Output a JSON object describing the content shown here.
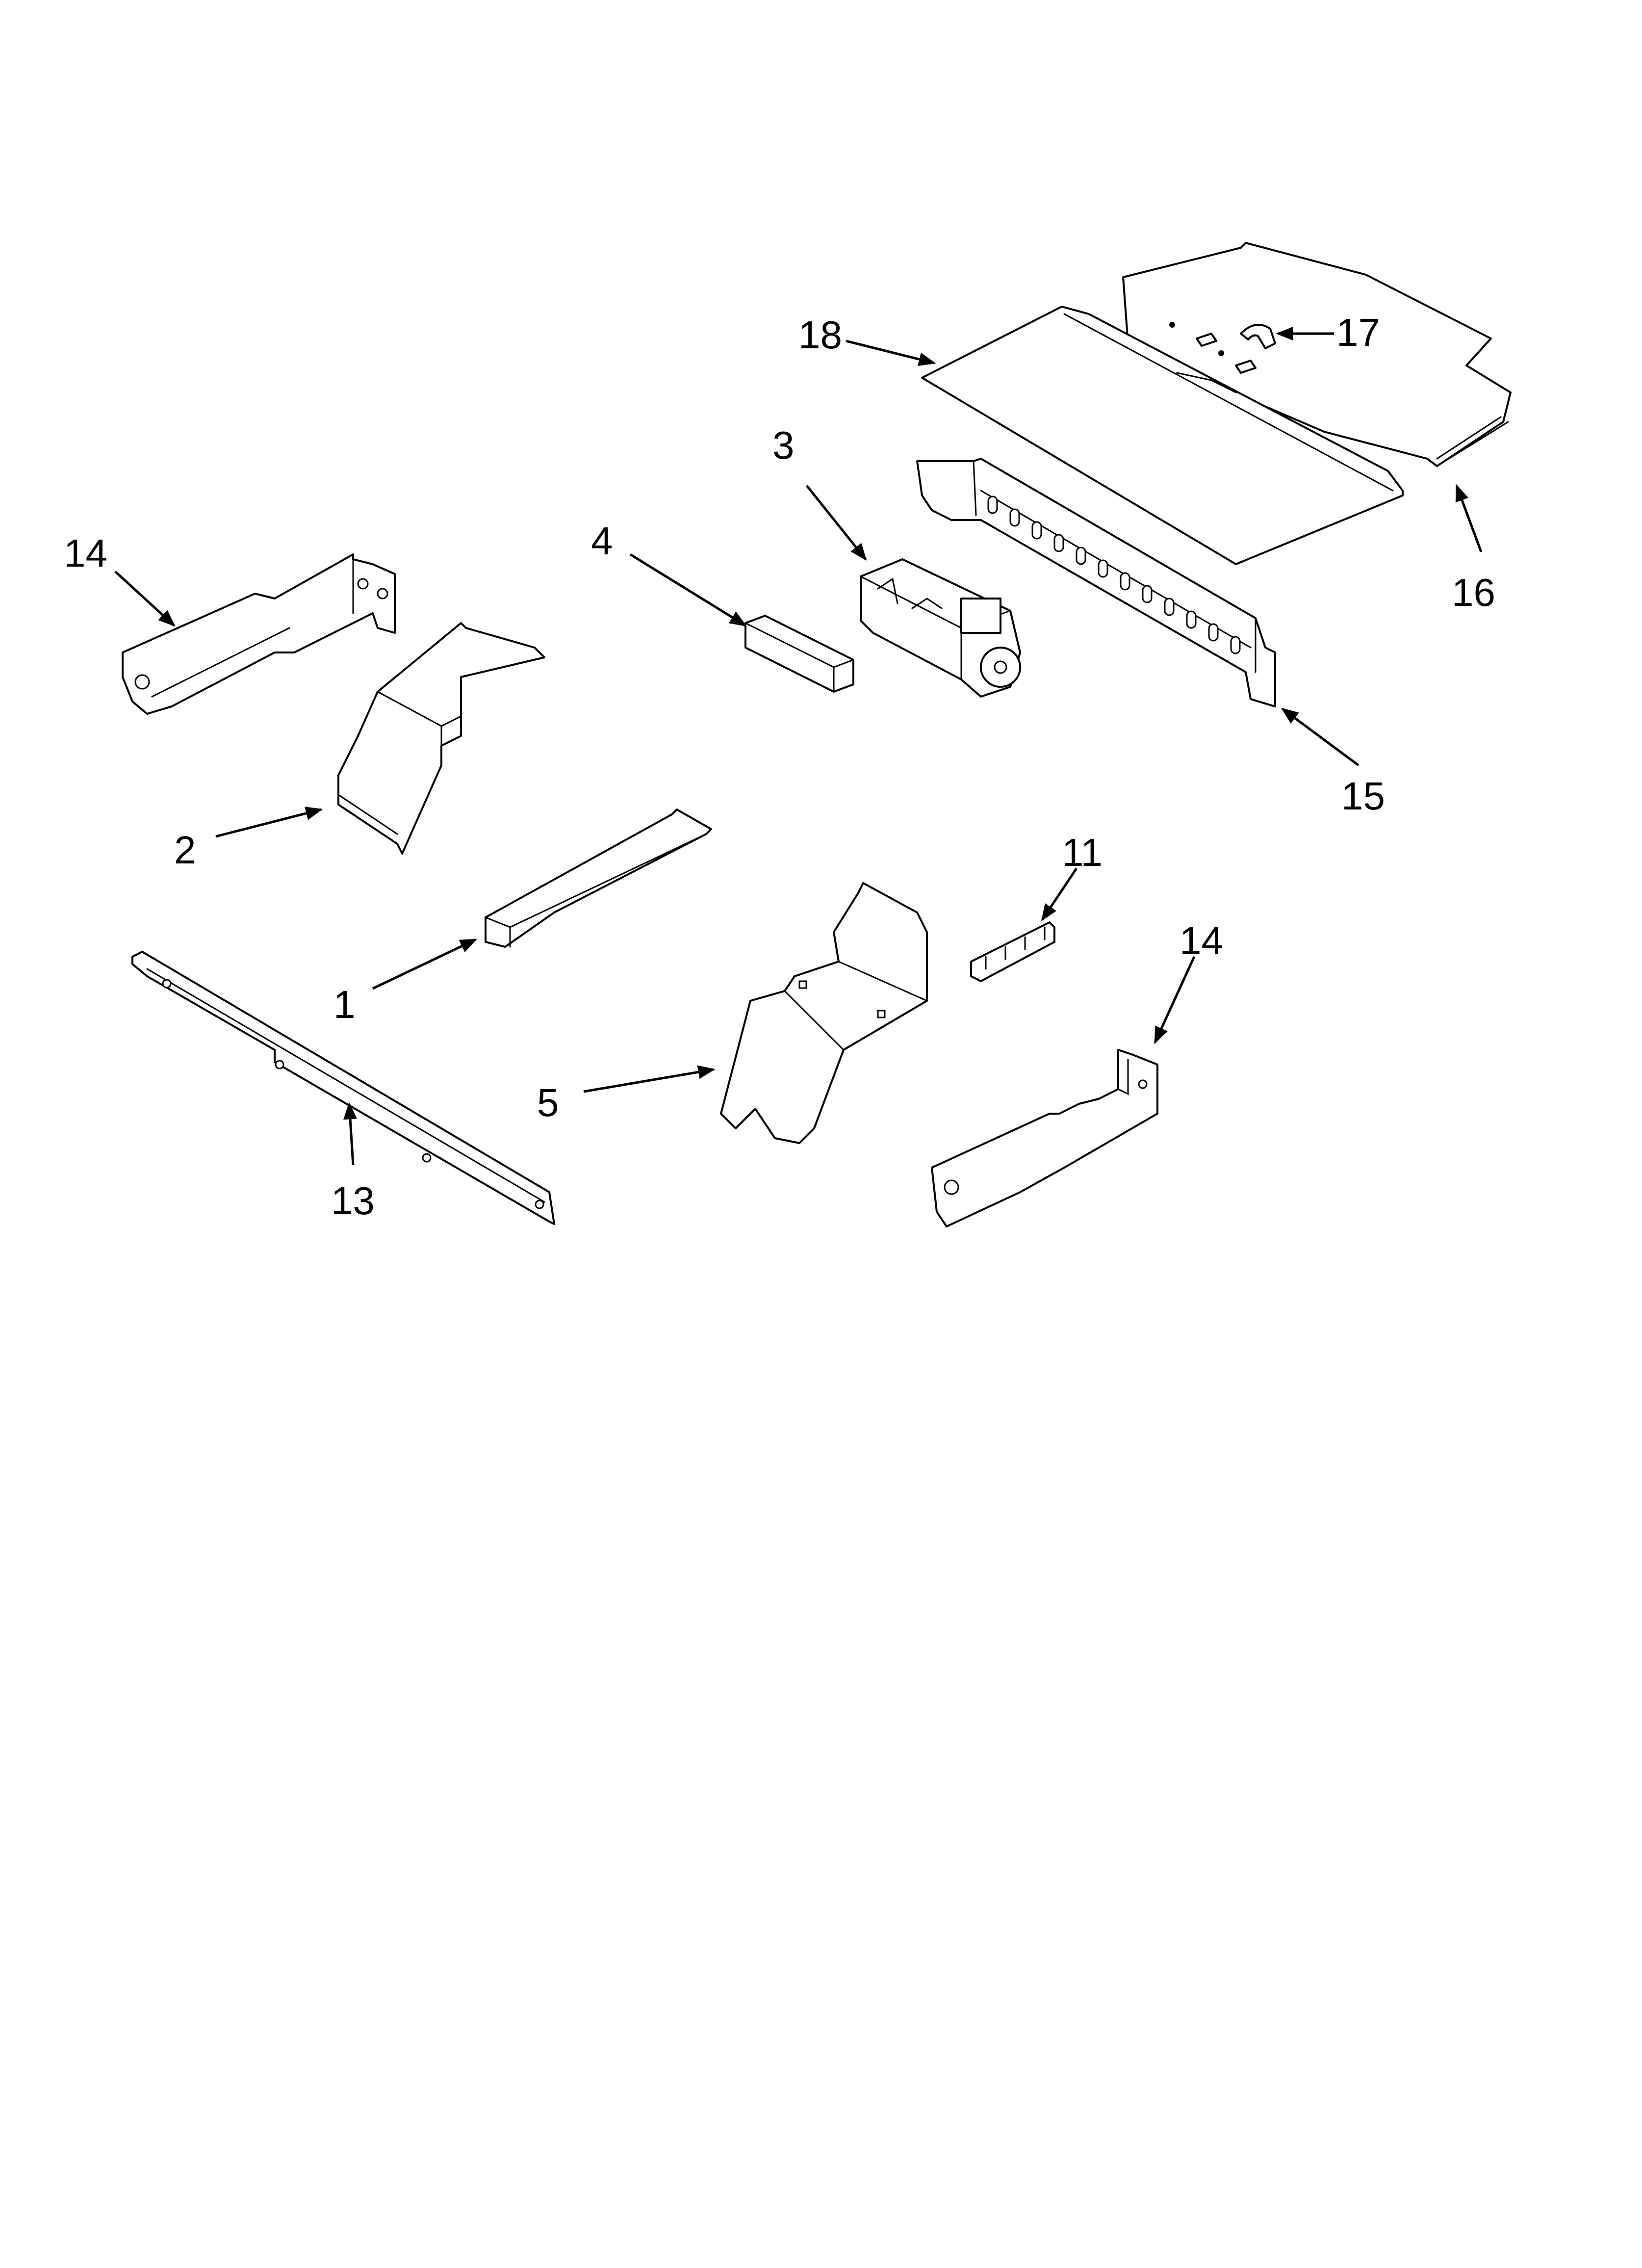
{
  "diagram": {
    "callouts": {
      "part_1": "1",
      "part_2": "2",
      "part_3": "3",
      "part_4": "4",
      "part_5": "5",
      "part_11": "11",
      "part_13": "13",
      "part_14_left": "14",
      "part_14_right": "14",
      "part_15": "15",
      "part_16": "16",
      "part_17": "17",
      "part_18": "18"
    },
    "colors": {
      "line": "#000000",
      "background": "#ffffff"
    }
  }
}
